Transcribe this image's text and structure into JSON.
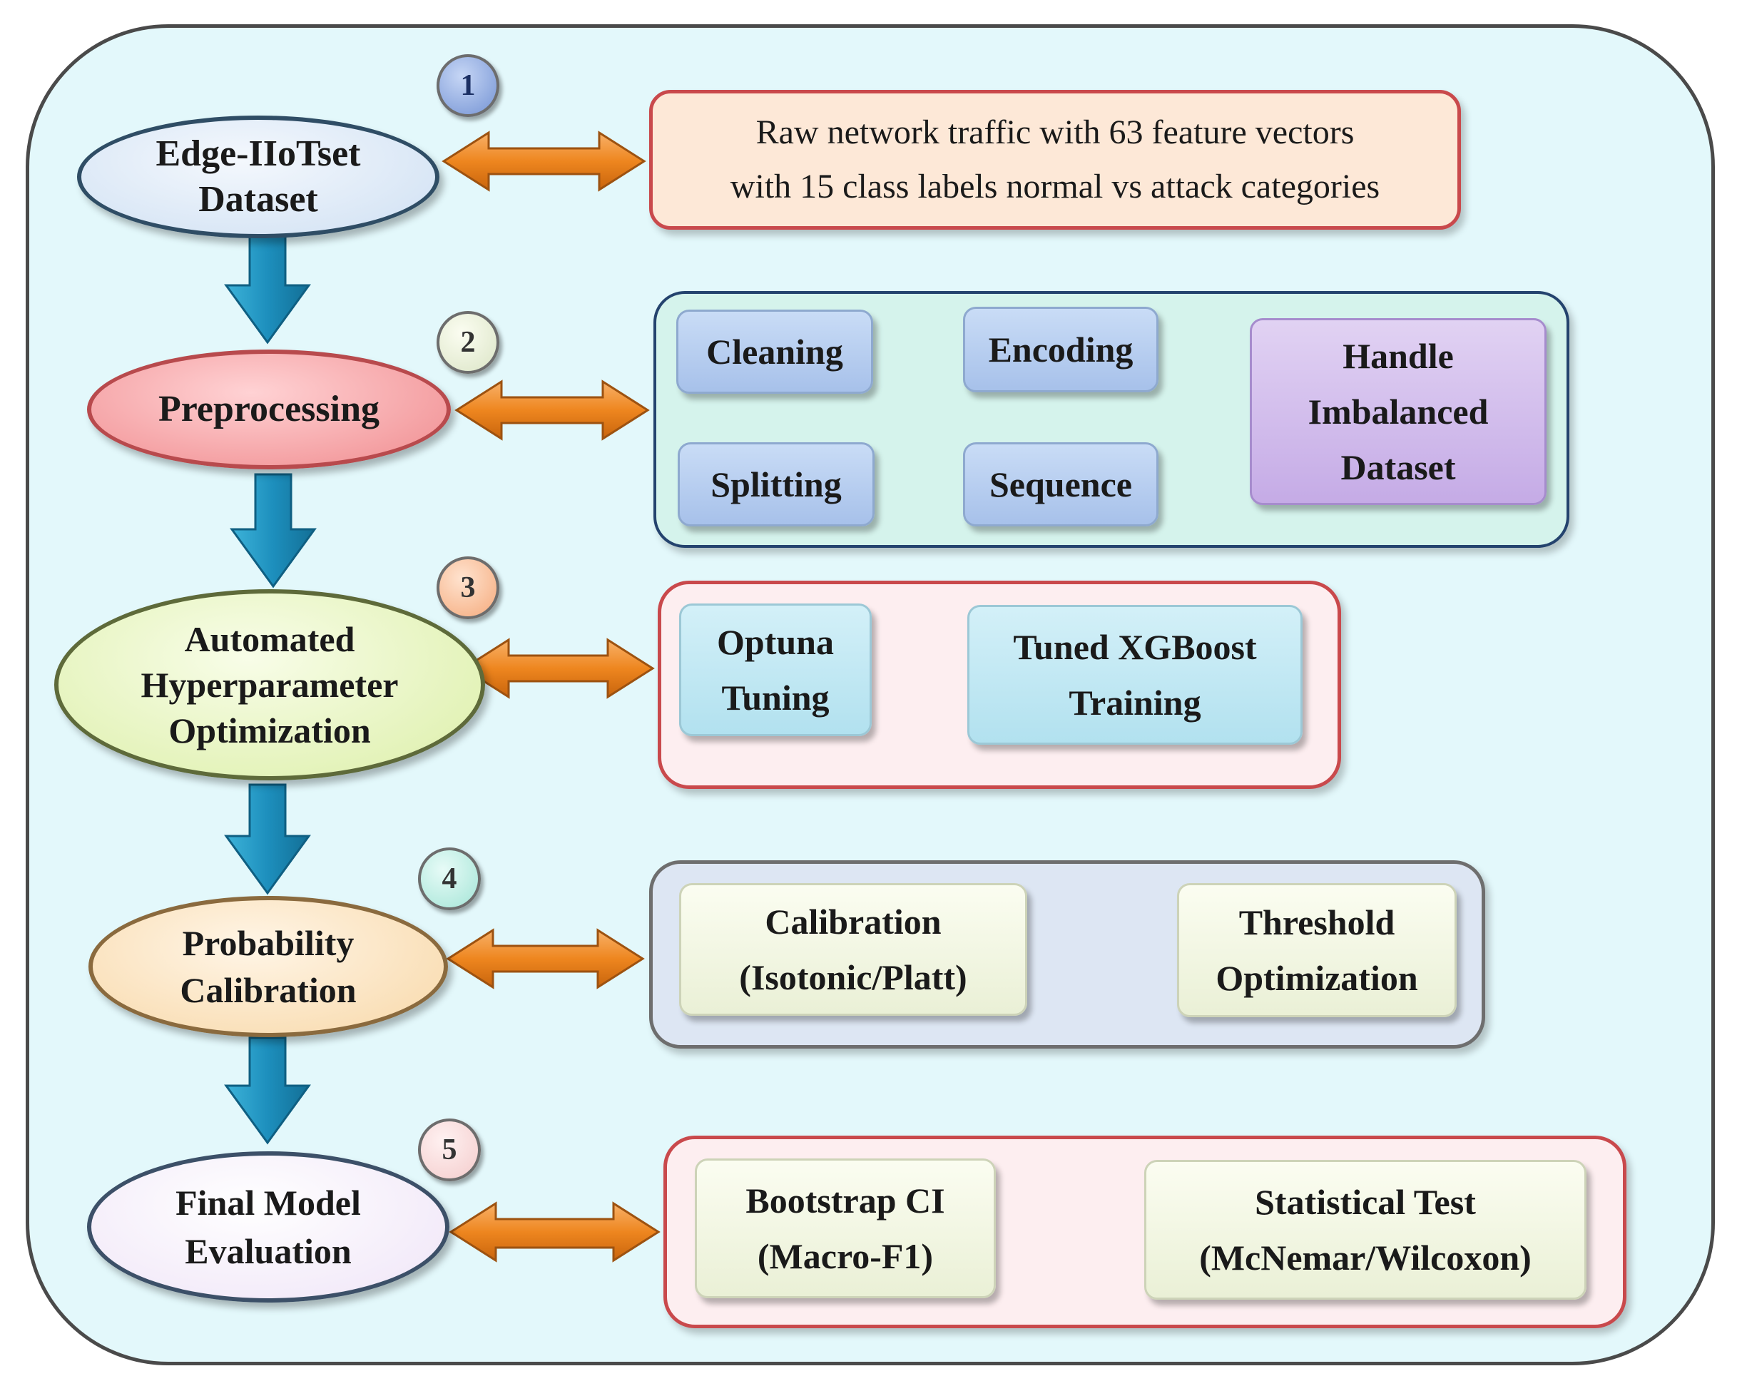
{
  "stages": [
    {
      "number": "1",
      "label": "Edge-IIoTset\nDataset"
    },
    {
      "number": "2",
      "label": "Preprocessing"
    },
    {
      "number": "3",
      "label": "Automated\nHyperparameter\nOptimization"
    },
    {
      "number": "4",
      "label": "Probability\nCalibration"
    },
    {
      "number": "5",
      "label": "Final Model\nEvaluation"
    }
  ],
  "dataset_description": "Raw network traffic with 63 feature vectors\nwith 15 class labels normal vs attack categories",
  "preprocessing_steps": {
    "cleaning": "Cleaning",
    "encoding": "Encoding",
    "handle_imbalanced": "Handle\nImbalanced\nDataset",
    "sequence": "Sequence",
    "splitting": "Splitting"
  },
  "optimization_steps": {
    "optuna": "Optuna\nTuning",
    "xgboost": "Tuned XGBoost\nTraining"
  },
  "calibration_steps": {
    "calibration": "Calibration\n(Isotonic/Platt)",
    "threshold": "Threshold\nOptimization"
  },
  "evaluation_steps": {
    "bootstrap": "Bootstrap CI\n(Macro-F1)",
    "statistical_test": "Statistical Test\n(McNemar/Wilcoxon)"
  },
  "colors": {
    "outer_background": "#e3f8fb",
    "stage1_fill": "#dce9f7",
    "stage2_fill": "#f5a3a5",
    "stage3_fill": "#e7f4bf",
    "stage4_fill": "#fbe3bf",
    "stage5_fill": "#f5eefb",
    "down_arrow": "#1f92bd",
    "double_arrow": "#ef8a2b",
    "red_arrow": "#d0393c",
    "blue_arrow": "#3f7cc4",
    "green_arrow": "#2bb35a"
  }
}
